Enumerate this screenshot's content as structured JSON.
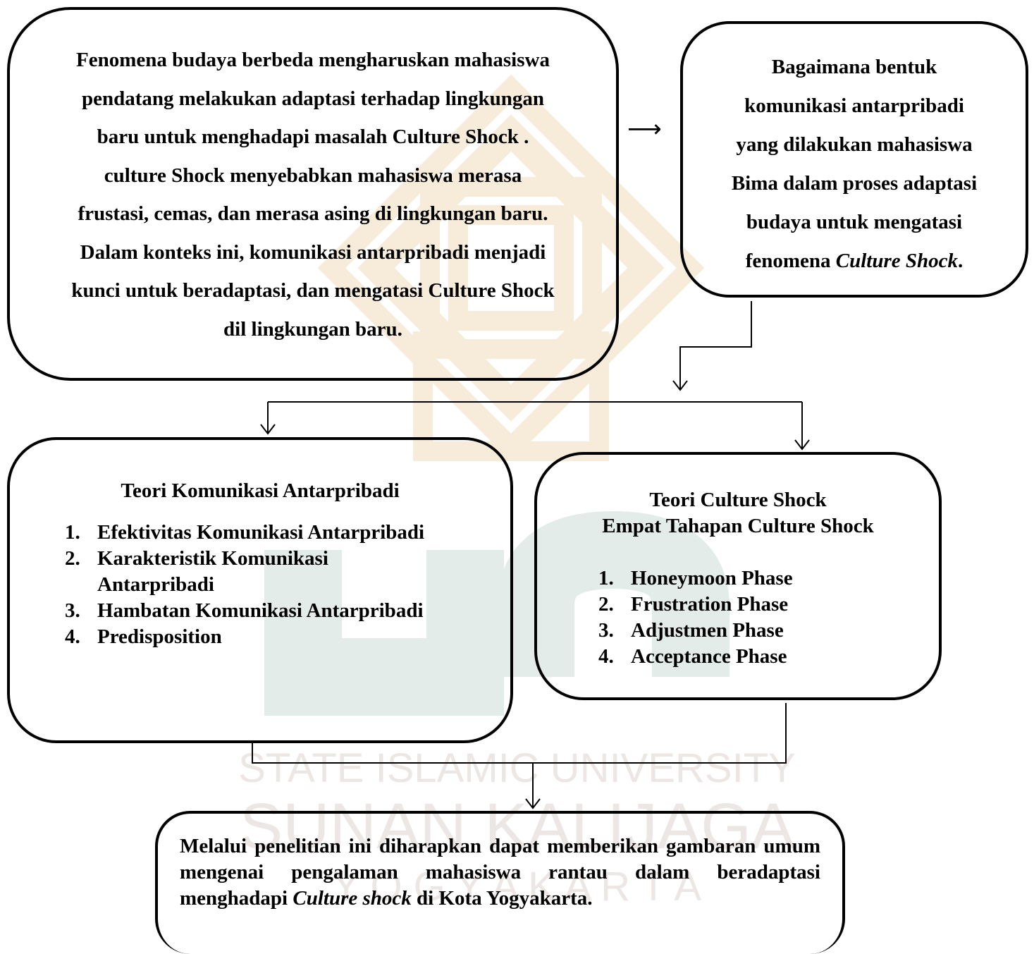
{
  "watermark": {
    "line1": "STATE ISLAMIC UNIVERSITY",
    "line2": "SUNAN KALIJAGA",
    "line3": "Y O G Y A K A R T A"
  },
  "problem_box": {
    "text_lines": [
      "Fenomena budaya berbeda mengharuskan mahasiswa",
      "pendatang melakukan adaptasi terhadap lingkungan",
      "baru untuk menghadapi masalah Culture Shock .",
      "culture Shock menyebabkan mahasiswa merasa",
      "frustasi, cemas, dan merasa asing di lingkungan baru.",
      "Dalam konteks ini, komunikasi antarpribadi menjadi",
      "kunci untuk beradaptasi, dan mengatasi Culture Shock",
      "dil lingkungan baru."
    ]
  },
  "arrow_right_glyph": "⟶",
  "question_box": {
    "text_lines": [
      "Bagaimana bentuk",
      "komunikasi antarpribadi",
      "yang dilakukan mahasiswa",
      "Bima dalam proses adaptasi",
      "budaya untuk mengatasi"
    ],
    "last_prefix": "fenomena ",
    "last_italic": "Culture Shock",
    "last_suffix": "."
  },
  "theory_left": {
    "title": "Teori Komunikasi Antarpribadi",
    "items": [
      {
        "num": "1.",
        "label": "Efektivitas Komunikasi Antarpribadi"
      },
      {
        "num": "2.",
        "label": "Karakteristik Komunikasi Antarpribadi"
      },
      {
        "num": "3.",
        "label": "Hambatan Komunikasi Antarpribadi"
      },
      {
        "num": "4.",
        "label": "Predisposition"
      }
    ]
  },
  "theory_right": {
    "title_line1": "Teori Culture Shock",
    "title_line2": "Empat Tahapan Culture Shock",
    "items": [
      {
        "num": "1.",
        "label": "Honeymoon Phase"
      },
      {
        "num": "2.",
        "label": "Frustration Phase"
      },
      {
        "num": "3.",
        "label": "Adjustmen Phase"
      },
      {
        "num": "4.",
        "label": "Acceptance Phase"
      }
    ]
  },
  "conclusion_box": {
    "text_before": "Melalui penelitian ini diharapkan dapat memberikan gambaran umum mengenai pengalaman mahasiswa rantau dalam beradaptasi menghadapi ",
    "text_italic": "Culture shock",
    "text_after": " di Kota Yogyakarta."
  },
  "colors": {
    "border": "#000000",
    "watermark_gold": "#f7ecd9",
    "watermark_green": "#e3ece8",
    "watermark_text": "#ece6e4"
  }
}
